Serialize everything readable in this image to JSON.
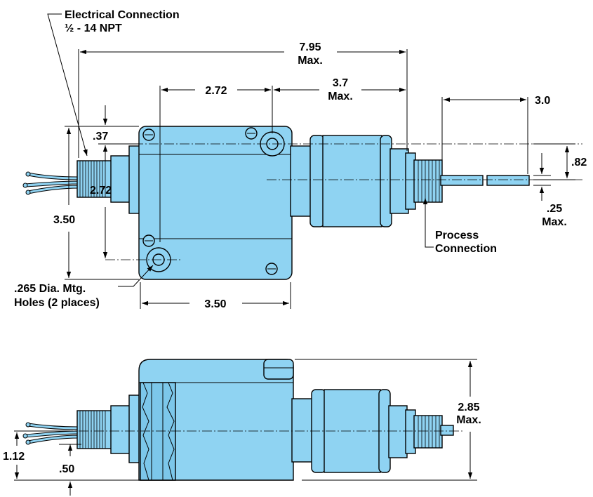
{
  "labels": {
    "electrical_connection_1": "Electrical Connection",
    "electrical_connection_2": "½ - 14 NPT",
    "overall_length": "7.95",
    "overall_length_max": "Max.",
    "body_length": "2.72",
    "fitting_length": "3.7",
    "fitting_length_max": "Max.",
    "probe_length": "3.0",
    "top_offset": ".37",
    "probe_offset": ".82",
    "mount_spacing_vertical": "2.72",
    "height": "3.50",
    "probe_dia": ".25",
    "probe_dia_max": "Max.",
    "process_connection_1": "Process",
    "process_connection_2": "Connection",
    "mounting_holes_1": ".265 Dia. Mtg.",
    "mounting_holes_2": "Holes (2 places)",
    "width": "3.50",
    "side_height": "2.85",
    "side_height_max": "Max.",
    "conduit_height": "1.12",
    "base_offset": ".50"
  },
  "colors": {
    "housing": "#8fd3f2",
    "outline": "#000000",
    "background": "#ffffff"
  }
}
